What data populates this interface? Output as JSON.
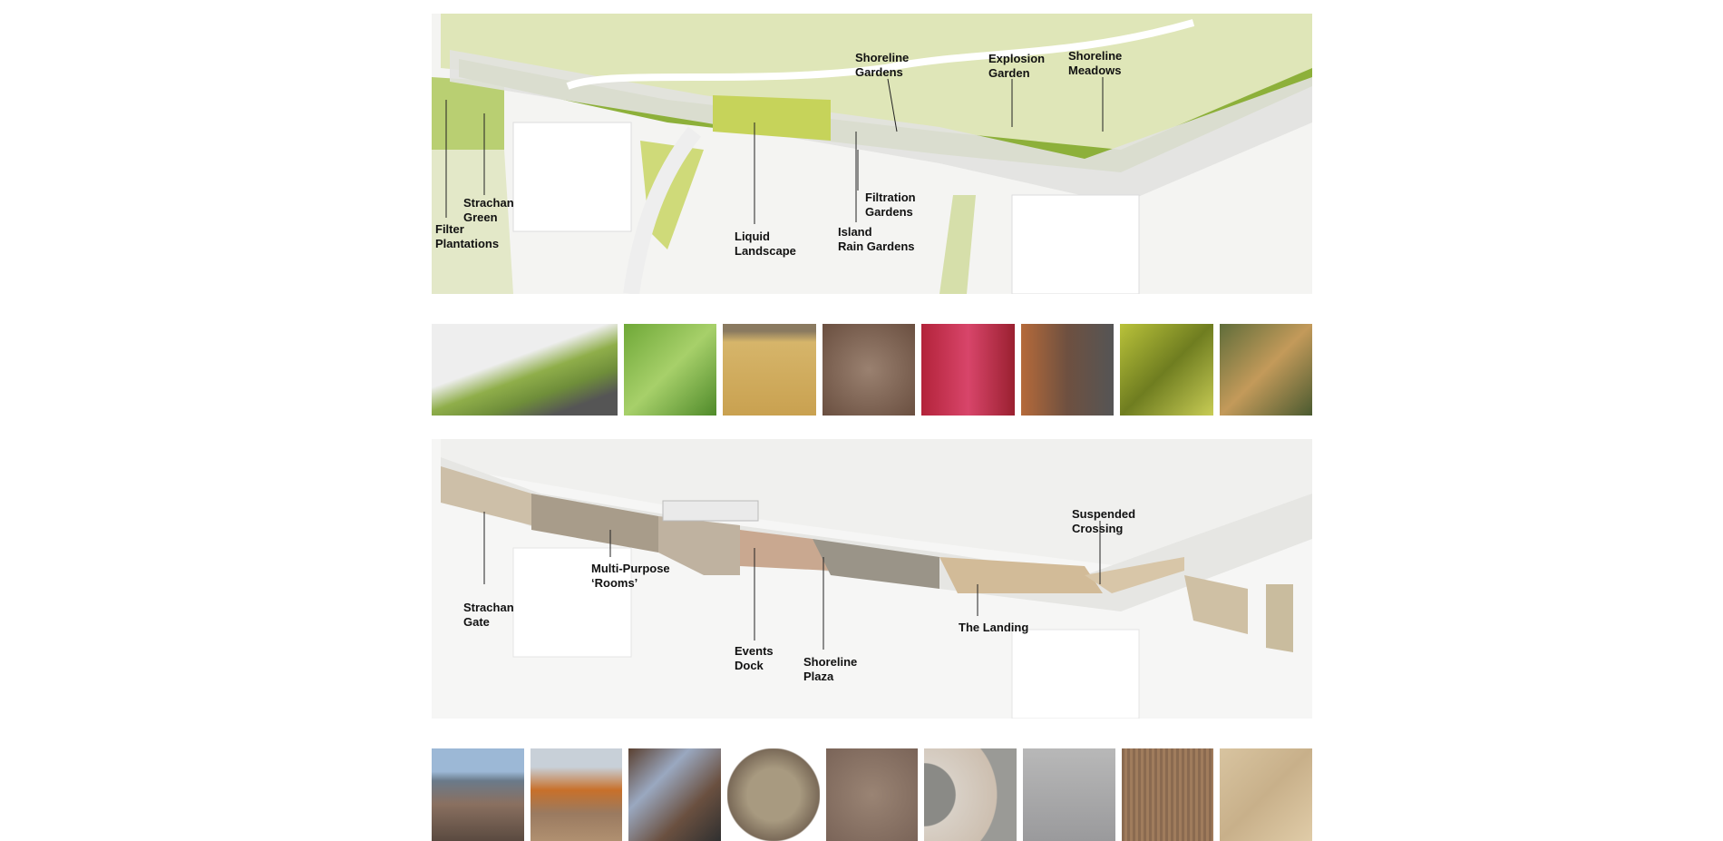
{
  "plan_top": {
    "labels": [
      {
        "id": "shoreline-gardens",
        "lines": [
          "Shoreline",
          "Gardens"
        ]
      },
      {
        "id": "explosion-garden",
        "lines": [
          "Explosion",
          "Garden"
        ]
      },
      {
        "id": "shoreline-meadows",
        "lines": [
          "Shoreline",
          "Meadows"
        ]
      },
      {
        "id": "strachan-green",
        "lines": [
          "Strachan",
          "Green"
        ]
      },
      {
        "id": "filter-plantations",
        "lines": [
          "Filter",
          "Plantations"
        ]
      },
      {
        "id": "liquid-landscape",
        "lines": [
          "Liquid",
          "Landscape"
        ]
      },
      {
        "id": "filtration-gardens",
        "lines": [
          "Filtration",
          "Gardens"
        ]
      },
      {
        "id": "island-rain-gardens",
        "lines": [
          "Island",
          "Rain Gardens"
        ]
      }
    ]
  },
  "plan_bottom": {
    "labels": [
      {
        "id": "suspended-crossing",
        "lines": [
          "Suspended",
          "Crossing"
        ]
      },
      {
        "id": "multi-purpose-rooms",
        "lines": [
          "Multi-Purpose",
          "‘Rooms’"
        ]
      },
      {
        "id": "strachan-gate",
        "lines": [
          "Strachan",
          "Gate"
        ]
      },
      {
        "id": "events-dock",
        "lines": [
          "Events",
          "Dock"
        ]
      },
      {
        "id": "shoreline-plaza",
        "lines": [
          "Shoreline",
          "Plaza"
        ]
      },
      {
        "id": "the-landing",
        "lines": [
          "The Landing"
        ]
      }
    ]
  },
  "colors": {
    "meadow": "#dfe6b8",
    "green": "#8db03a",
    "path": "#e4e4e4",
    "wood": "#c9b79a"
  }
}
